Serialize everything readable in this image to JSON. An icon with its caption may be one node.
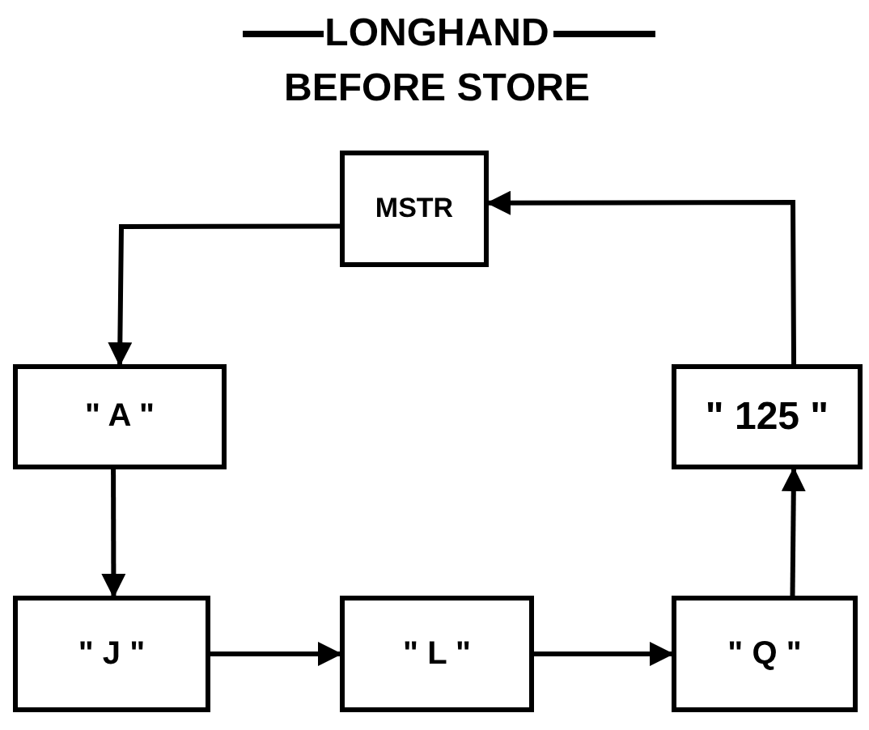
{
  "diagram": {
    "title": "LONGHAND BEFORE STORE",
    "nodes": [
      {
        "text": [
          "MSTR"
        ]
      },
      {
        "text": [
          "\" A \""
        ]
      },
      {
        "text": [
          "\" 125 \""
        ]
      },
      {
        "text": [
          "\" J \""
        ]
      },
      {
        "text": [
          "\" L \""
        ]
      },
      {
        "text": [
          "\" Q \""
        ]
      }
    ],
    "edges": [
      {
        "from": 0,
        "to": 1,
        "arrow": "to"
      },
      {
        "from": 1,
        "to": 3,
        "arrow": "to"
      },
      {
        "from": 3,
        "to": 4,
        "arrow": "to"
      },
      {
        "from": 4,
        "to": 5,
        "arrow": "to"
      },
      {
        "from": 5,
        "to": 2,
        "arrow": "to"
      },
      {
        "from": 2,
        "to": 0,
        "arrow": "to"
      }
    ]
  }
}
